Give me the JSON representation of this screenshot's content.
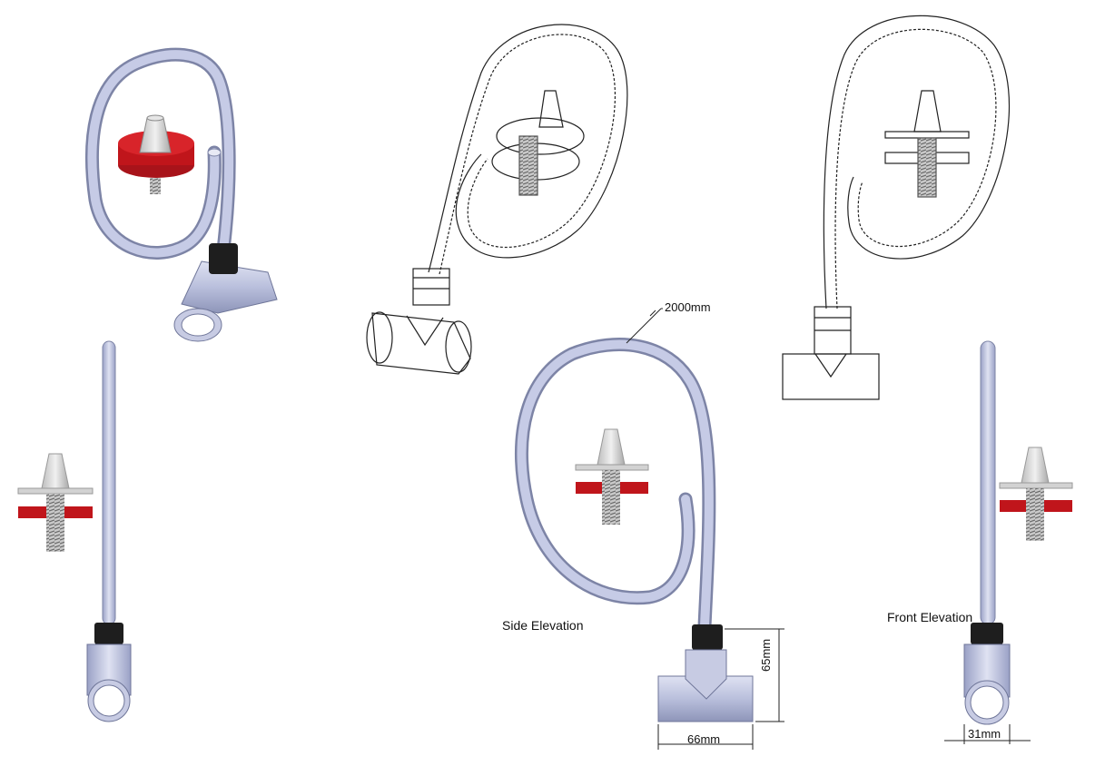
{
  "views": {
    "side_elevation_label": "Side Elevation",
    "front_elevation_label": "Front Elevation"
  },
  "dimensions": {
    "hose_length": "2000mm",
    "tee_height": "65mm",
    "tee_width": "66mm",
    "tee_depth": "31mm"
  },
  "colors": {
    "hose": "#b9bfdc",
    "hose_edge": "#7d84a6",
    "tee": "#c7cbe3",
    "gasket": "#c0151b",
    "nozzle": "#d6d6d6",
    "nut": "#1e1e1e",
    "line": "#222222"
  }
}
